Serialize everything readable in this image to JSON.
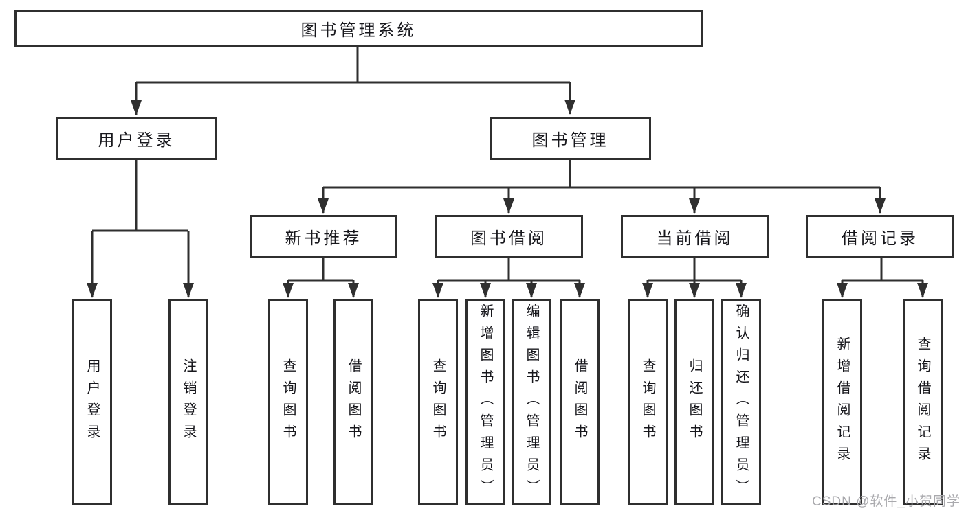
{
  "colors": {
    "line": "#2f2f2f",
    "text": "#17171c",
    "watermark": "#a9a9ad",
    "background": "#ffffff"
  },
  "diagram": {
    "root": {
      "label": "图书管理系统"
    },
    "level2": [
      {
        "label": "用户登录"
      },
      {
        "label": "图书管理"
      }
    ],
    "level3": [
      {
        "label": "新书推荐"
      },
      {
        "label": "图书借阅"
      },
      {
        "label": "当前借阅"
      },
      {
        "label": "借阅记录"
      }
    ],
    "leaves": [
      {
        "label": "用户登录"
      },
      {
        "label": "注销登录"
      },
      {
        "label": "查询图书"
      },
      {
        "label": "借阅图书"
      },
      {
        "label": "查询图书"
      },
      {
        "label": "新增图书（管理员）"
      },
      {
        "label": "编辑图书（管理员）"
      },
      {
        "label": "借阅图书"
      },
      {
        "label": "查询图书"
      },
      {
        "label": "归还图书"
      },
      {
        "label": "确认归还（管理员）"
      },
      {
        "label": "新增借阅记录"
      },
      {
        "label": "查询借阅记录"
      }
    ]
  },
  "watermark": {
    "text": "CSDN @软件_小贺同学"
  }
}
